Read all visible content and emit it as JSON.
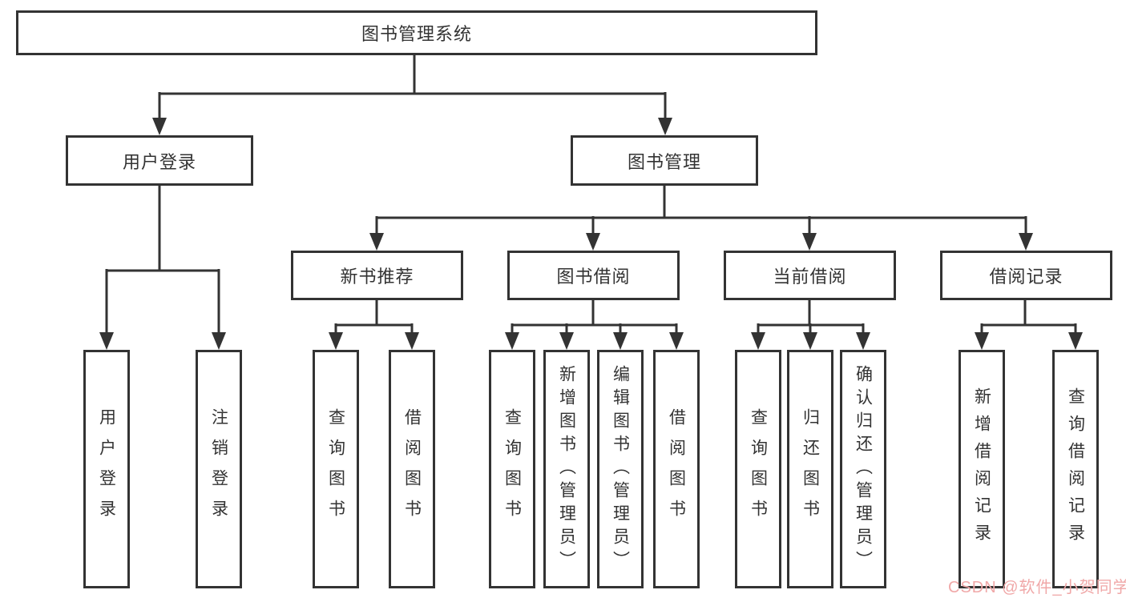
{
  "diagram": {
    "tree": {
      "label": "图书管理系统",
      "children": [
        {
          "label": "用户登录",
          "children": [
            {
              "label": "用户登录"
            },
            {
              "label": "注销登录"
            }
          ]
        },
        {
          "label": "图书管理",
          "children": [
            {
              "label": "新书推荐",
              "children": [
                {
                  "label": "查询图书"
                },
                {
                  "label": "借阅图书"
                }
              ]
            },
            {
              "label": "图书借阅",
              "children": [
                {
                  "label": "查询图书"
                },
                {
                  "label": "新增图书（管理员）"
                },
                {
                  "label": "编辑图书（管理员）"
                },
                {
                  "label": "借阅图书"
                }
              ]
            },
            {
              "label": "当前借阅",
              "children": [
                {
                  "label": "查询图书"
                },
                {
                  "label": "归还图书"
                },
                {
                  "label": "确认归还（管理员）"
                }
              ]
            },
            {
              "label": "借阅记录",
              "children": [
                {
                  "label": "新增借阅记录"
                },
                {
                  "label": "查询借阅记录"
                }
              ]
            }
          ]
        }
      ]
    },
    "line_color": "#333333"
  },
  "watermark": {
    "text": "CSDN @软件_小贺同学",
    "color": "#F0A8A8"
  }
}
